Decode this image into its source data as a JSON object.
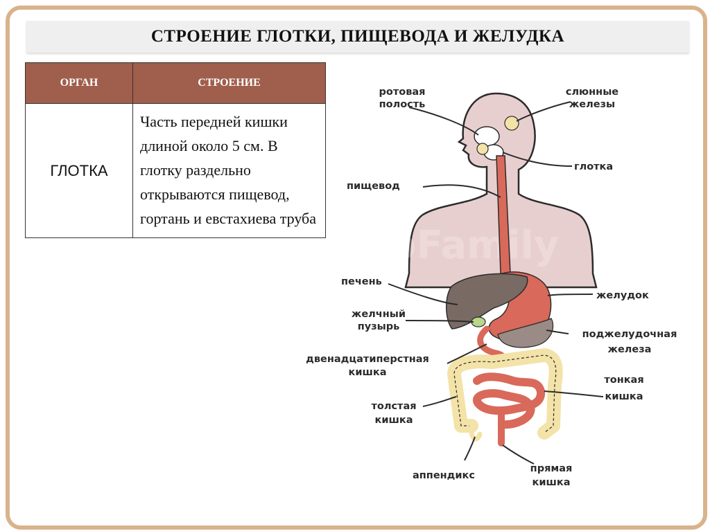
{
  "title": "СТРОЕНИЕ ГЛОТКИ, ПИЩЕВОДА И ЖЕЛУДКА",
  "table": {
    "headers": [
      "ОРГАН",
      "СТРОЕНИЕ"
    ],
    "rows": [
      {
        "organ": "ГЛОТКА",
        "description": "Часть передней кишки длиной около 5 см. В глотку раздельно открываются пищевод, гортань и евстахиева труба"
      }
    ]
  },
  "diagram": {
    "watermark": "BioFamily",
    "labels": {
      "oral_cavity": [
        "ротовая",
        "полость"
      ],
      "salivary_glands": [
        "слюнные",
        "железы"
      ],
      "pharynx": [
        "глотка"
      ],
      "esophagus": [
        "пищевод"
      ],
      "liver": [
        "печень"
      ],
      "stomach": [
        "желудок"
      ],
      "gallbladder": [
        "желчный",
        "пузырь"
      ],
      "pancreas": [
        "поджелудочная",
        "железа"
      ],
      "duodenum": [
        "двенадцатиперстная",
        "кишка"
      ],
      "small_intestine": [
        "тонкая",
        "кишка"
      ],
      "large_intestine": [
        "толстая",
        "кишка"
      ],
      "appendix": [
        "аппендикс"
      ],
      "rectum": [
        "прямая",
        "кишка"
      ]
    }
  },
  "colors": {
    "frame": "#d9b38c",
    "header_bg": "#a05f4c",
    "body": "#e8cfcf",
    "esophagus": "#d9695a",
    "liver": "#7a6a64",
    "large_intestine": "#f3e3a8",
    "small_intestine": "#d9695a"
  }
}
